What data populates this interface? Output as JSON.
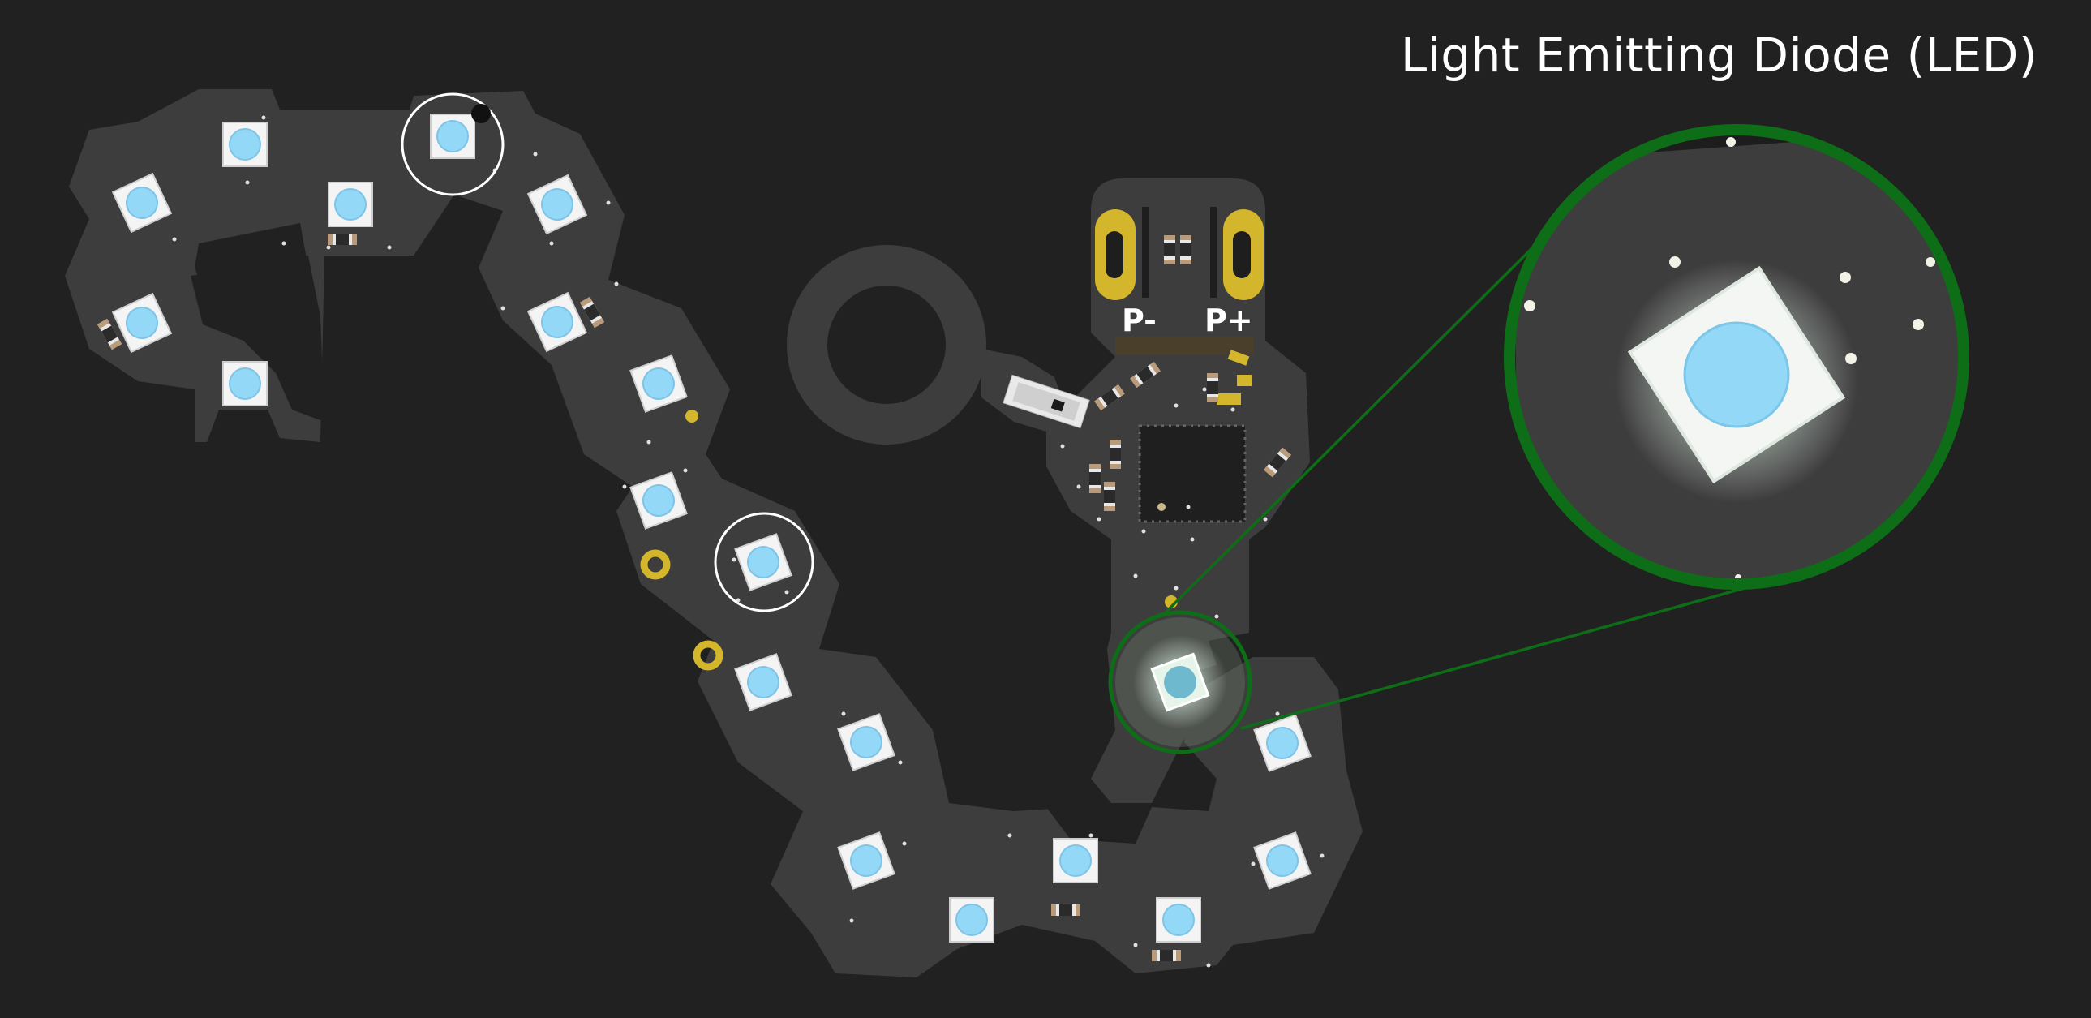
{
  "title": "Light Emitting Diode (LED)",
  "pad_labels": {
    "negative": "P-",
    "positive": "P+"
  },
  "colors": {
    "background": "#212121",
    "board": "#3d3d3d",
    "led_body": "#ffffff",
    "led_lens": "#94d8f7",
    "gold": "#d4b62c",
    "highlight_ring": "#0e6e17",
    "marker_ring": "#ffffff"
  },
  "icons": [
    "led-icon",
    "magnifier-callout-icon",
    "microcontroller-chip-icon",
    "resistor-icon",
    "battery-pad-icon"
  ]
}
